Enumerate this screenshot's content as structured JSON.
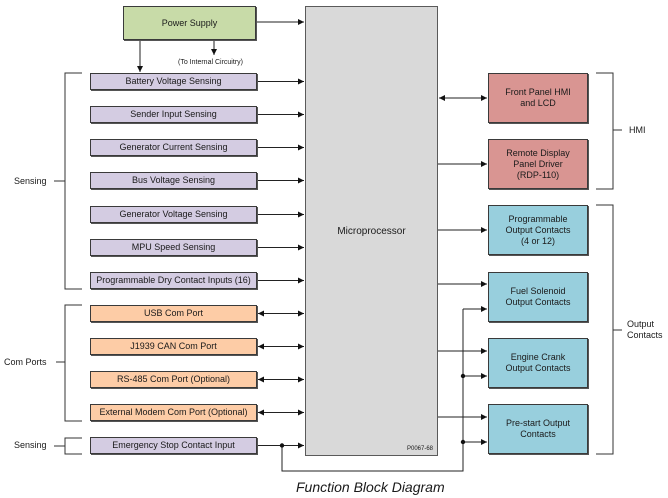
{
  "title": "Function Block Diagram",
  "part_number": "P0067-68",
  "power_supply": {
    "label": "Power Supply",
    "note": "(To Internal Circuitry)"
  },
  "microprocessor": {
    "label": "Microprocessor"
  },
  "groups": {
    "sensing_top": "Sensing",
    "com_ports": "Com Ports",
    "sensing_bottom": "Sensing",
    "hmi": "HMI",
    "output_contacts": "Output\nContacts"
  },
  "inputs": [
    {
      "label": "Battery Voltage Sensing",
      "type": "sensing",
      "direction": "in"
    },
    {
      "label": "Sender Input Sensing",
      "type": "sensing",
      "direction": "in"
    },
    {
      "label": "Generator Current Sensing",
      "type": "sensing",
      "direction": "in"
    },
    {
      "label": "Bus Voltage Sensing",
      "type": "sensing",
      "direction": "in"
    },
    {
      "label": "Generator Voltage Sensing",
      "type": "sensing",
      "direction": "in"
    },
    {
      "label": "MPU Speed Sensing",
      "type": "sensing",
      "direction": "in"
    },
    {
      "label": "Programmable Dry Contact Inputs (16)",
      "type": "sensing",
      "direction": "in"
    },
    {
      "label": "USB Com Port",
      "type": "com",
      "direction": "bidirectional"
    },
    {
      "label": "J1939 CAN Com Port",
      "type": "com",
      "direction": "bidirectional"
    },
    {
      "label": "RS-485 Com Port (Optional)",
      "type": "com",
      "direction": "bidirectional"
    },
    {
      "label": "External Modem Com Port (Optional)",
      "type": "com",
      "direction": "bidirectional"
    },
    {
      "label": "Emergency Stop Contact Input",
      "type": "sensing",
      "direction": "in"
    }
  ],
  "hmi_outputs": [
    {
      "label": "Front Panel HMI\nand LCD",
      "direction": "bidirectional"
    },
    {
      "label": "Remote Display\nPanel Driver\n(RDP-110)",
      "direction": "out"
    }
  ],
  "contact_outputs": [
    {
      "label": "Programmable\nOutput Contacts\n(4 or 12)"
    },
    {
      "label": "Fuel Solenoid\nOutput Contacts"
    },
    {
      "label": "Engine Crank\nOutput Contacts"
    },
    {
      "label": "Pre-start Output\nContacts"
    }
  ],
  "colors": {
    "power": "#c8dba8",
    "sensing": "#d4cce2",
    "com": "#fdcca6",
    "hmi": "#d99592",
    "outputs": "#98cfdd",
    "micro": "#d9d9d9"
  }
}
